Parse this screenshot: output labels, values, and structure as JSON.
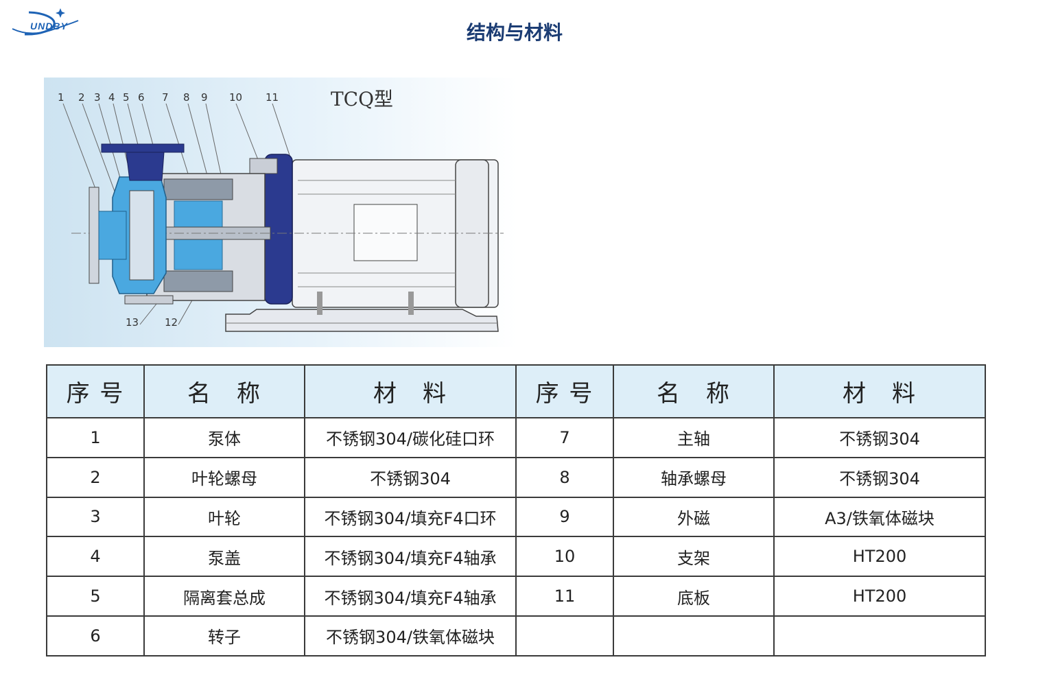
{
  "header": {
    "logo_text": "UNDBY",
    "title": "结构与材料"
  },
  "diagram": {
    "model_label": "TCQ型",
    "callouts_top": [
      "1",
      "2",
      "3",
      "4",
      "5",
      "6",
      "7",
      "8",
      "9",
      "10",
      "11"
    ],
    "callouts_bottom": [
      "13",
      "12"
    ]
  },
  "table": {
    "headers": [
      "序 号",
      "名　称",
      "材　料",
      "序 号",
      "名　称",
      "材　料"
    ],
    "rows": [
      [
        "1",
        "泵体",
        "不锈钢304/碳化硅口环",
        "7",
        "主轴",
        "不锈钢304"
      ],
      [
        "2",
        "叶轮螺母",
        "不锈钢304",
        "8",
        "轴承螺母",
        "不锈钢304"
      ],
      [
        "3",
        "叶轮",
        "不锈钢304/填充F4口环",
        "9",
        "外磁",
        "A3/铁氧体磁块"
      ],
      [
        "4",
        "泵盖",
        "不锈钢304/填充F4轴承",
        "10",
        "支架",
        "HT200"
      ],
      [
        "5",
        "隔离套总成",
        "不锈钢304/填充F4轴承",
        "11",
        "底板",
        "HT200"
      ],
      [
        "6",
        "转子",
        "不锈钢304/铁氧体磁块",
        "",
        "",
        ""
      ]
    ]
  },
  "colors": {
    "title": "#1b3c73",
    "header_bg": "#ddeef8",
    "pump_blue": "#4aa8e0",
    "flange_navy": "#2b3a8f"
  },
  "icons": [
    "logo-orbit-icon"
  ]
}
